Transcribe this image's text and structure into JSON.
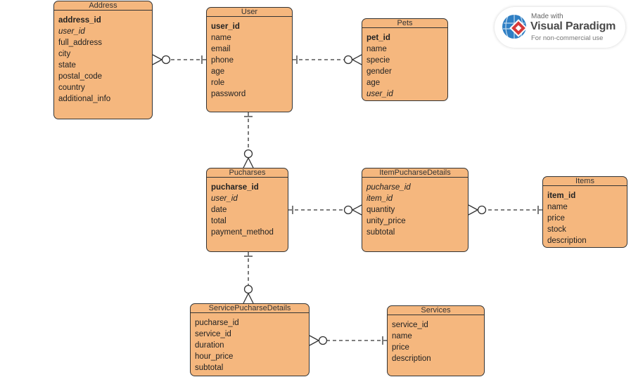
{
  "watermark": {
    "made_with": "Made with",
    "brand": "Visual Paradigm",
    "note": "For non-commercial use"
  },
  "colors": {
    "entity_fill": "#f5b77e",
    "entity_border": "#333333",
    "line": "#333333"
  },
  "entities": {
    "address": {
      "title": "Address",
      "attributes": [
        {
          "name": "address_id",
          "key": "pk"
        },
        {
          "name": "user_id",
          "key": "fk"
        },
        {
          "name": "full_address"
        },
        {
          "name": "city"
        },
        {
          "name": "state"
        },
        {
          "name": "postal_code"
        },
        {
          "name": "country"
        },
        {
          "name": "additional_info"
        }
      ]
    },
    "user": {
      "title": "User",
      "attributes": [
        {
          "name": "user_id",
          "key": "pk"
        },
        {
          "name": "name"
        },
        {
          "name": "email"
        },
        {
          "name": "phone"
        },
        {
          "name": "age"
        },
        {
          "name": "role"
        },
        {
          "name": "password"
        }
      ]
    },
    "pets": {
      "title": "Pets",
      "attributes": [
        {
          "name": "pet_id",
          "key": "pk"
        },
        {
          "name": "name"
        },
        {
          "name": "specie"
        },
        {
          "name": "gender"
        },
        {
          "name": "age"
        },
        {
          "name": "user_id",
          "key": "fk"
        }
      ]
    },
    "pucharses": {
      "title": "Pucharses",
      "attributes": [
        {
          "name": "pucharse_id",
          "key": "pk"
        },
        {
          "name": "user_id",
          "key": "fk"
        },
        {
          "name": "date"
        },
        {
          "name": "total"
        },
        {
          "name": "payment_method"
        }
      ]
    },
    "item_details": {
      "title": "ItemPucharseDetails",
      "attributes": [
        {
          "name": "pucharse_id",
          "key": "fk"
        },
        {
          "name": "item_id",
          "key": "fk"
        },
        {
          "name": "quantity"
        },
        {
          "name": "unity_price"
        },
        {
          "name": "subtotal"
        }
      ]
    },
    "items": {
      "title": "Items",
      "attributes": [
        {
          "name": "item_id",
          "key": "pk"
        },
        {
          "name": "name"
        },
        {
          "name": "price"
        },
        {
          "name": "stock"
        },
        {
          "name": "description"
        }
      ]
    },
    "service_details": {
      "title": "ServicePucharseDetails",
      "attributes": [
        {
          "name": "pucharse_id"
        },
        {
          "name": "service_id"
        },
        {
          "name": "duration"
        },
        {
          "name": "hour_price"
        },
        {
          "name": "subtotal"
        }
      ]
    },
    "services": {
      "title": "Services",
      "attributes": [
        {
          "name": "service_id"
        },
        {
          "name": "name"
        },
        {
          "name": "price"
        },
        {
          "name": "description"
        }
      ]
    }
  },
  "relationships": [
    {
      "from": "user",
      "to": "address",
      "from_cardinality": "one",
      "to_cardinality": "zero-or-many"
    },
    {
      "from": "user",
      "to": "pets",
      "from_cardinality": "one",
      "to_cardinality": "zero-or-many"
    },
    {
      "from": "user",
      "to": "pucharses",
      "from_cardinality": "one",
      "to_cardinality": "zero-or-many"
    },
    {
      "from": "pucharses",
      "to": "item_details",
      "from_cardinality": "one",
      "to_cardinality": "zero-or-many"
    },
    {
      "from": "items",
      "to": "item_details",
      "from_cardinality": "one",
      "to_cardinality": "zero-or-many"
    },
    {
      "from": "pucharses",
      "to": "service_details",
      "from_cardinality": "one",
      "to_cardinality": "zero-or-many"
    },
    {
      "from": "services",
      "to": "service_details",
      "from_cardinality": "one",
      "to_cardinality": "zero-or-many"
    }
  ]
}
